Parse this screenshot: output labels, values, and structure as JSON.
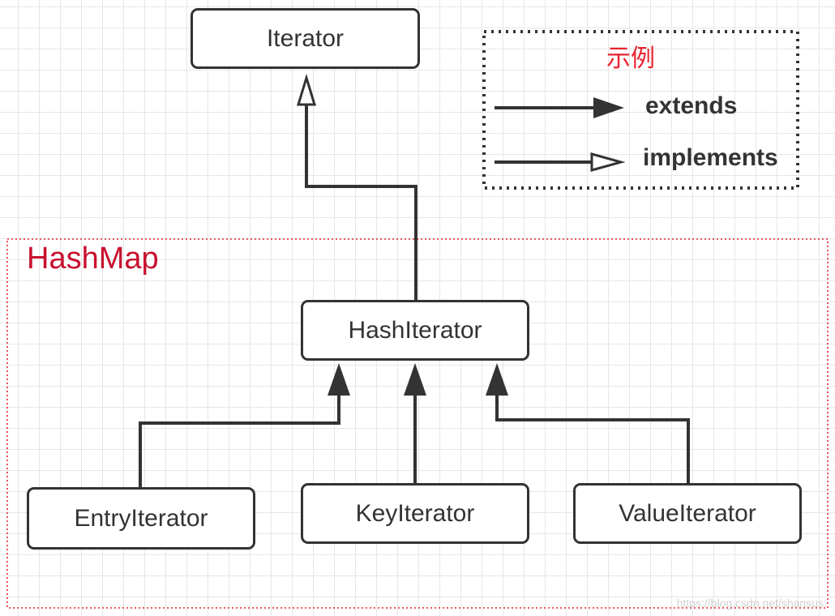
{
  "nodes": {
    "iterator": "Iterator",
    "hash_iterator": "HashIterator",
    "entry_iterator": "EntryIterator",
    "key_iterator": "KeyIterator",
    "value_iterator": "ValueIterator"
  },
  "region": {
    "label": "HashMap",
    "border_color": "#e8232f"
  },
  "legend": {
    "title": "示例",
    "items": [
      {
        "label": "extends",
        "arrow": "filled-triangle-arrow"
      },
      {
        "label": "implements",
        "arrow": "hollow-triangle-arrow"
      }
    ]
  },
  "relations": [
    {
      "from": "HashIterator",
      "to": "Iterator",
      "type": "implements"
    },
    {
      "from": "EntryIterator",
      "to": "HashIterator",
      "type": "extends"
    },
    {
      "from": "KeyIterator",
      "to": "HashIterator",
      "type": "extends"
    },
    {
      "from": "ValueIterator",
      "to": "HashIterator",
      "type": "extends"
    }
  ],
  "colors": {
    "stroke": "#333333",
    "region": "#e8232f",
    "legend_title": "#e8232f",
    "grid": "#e6e6e6"
  },
  "watermark": "https://blog.csdn.net/shansus"
}
